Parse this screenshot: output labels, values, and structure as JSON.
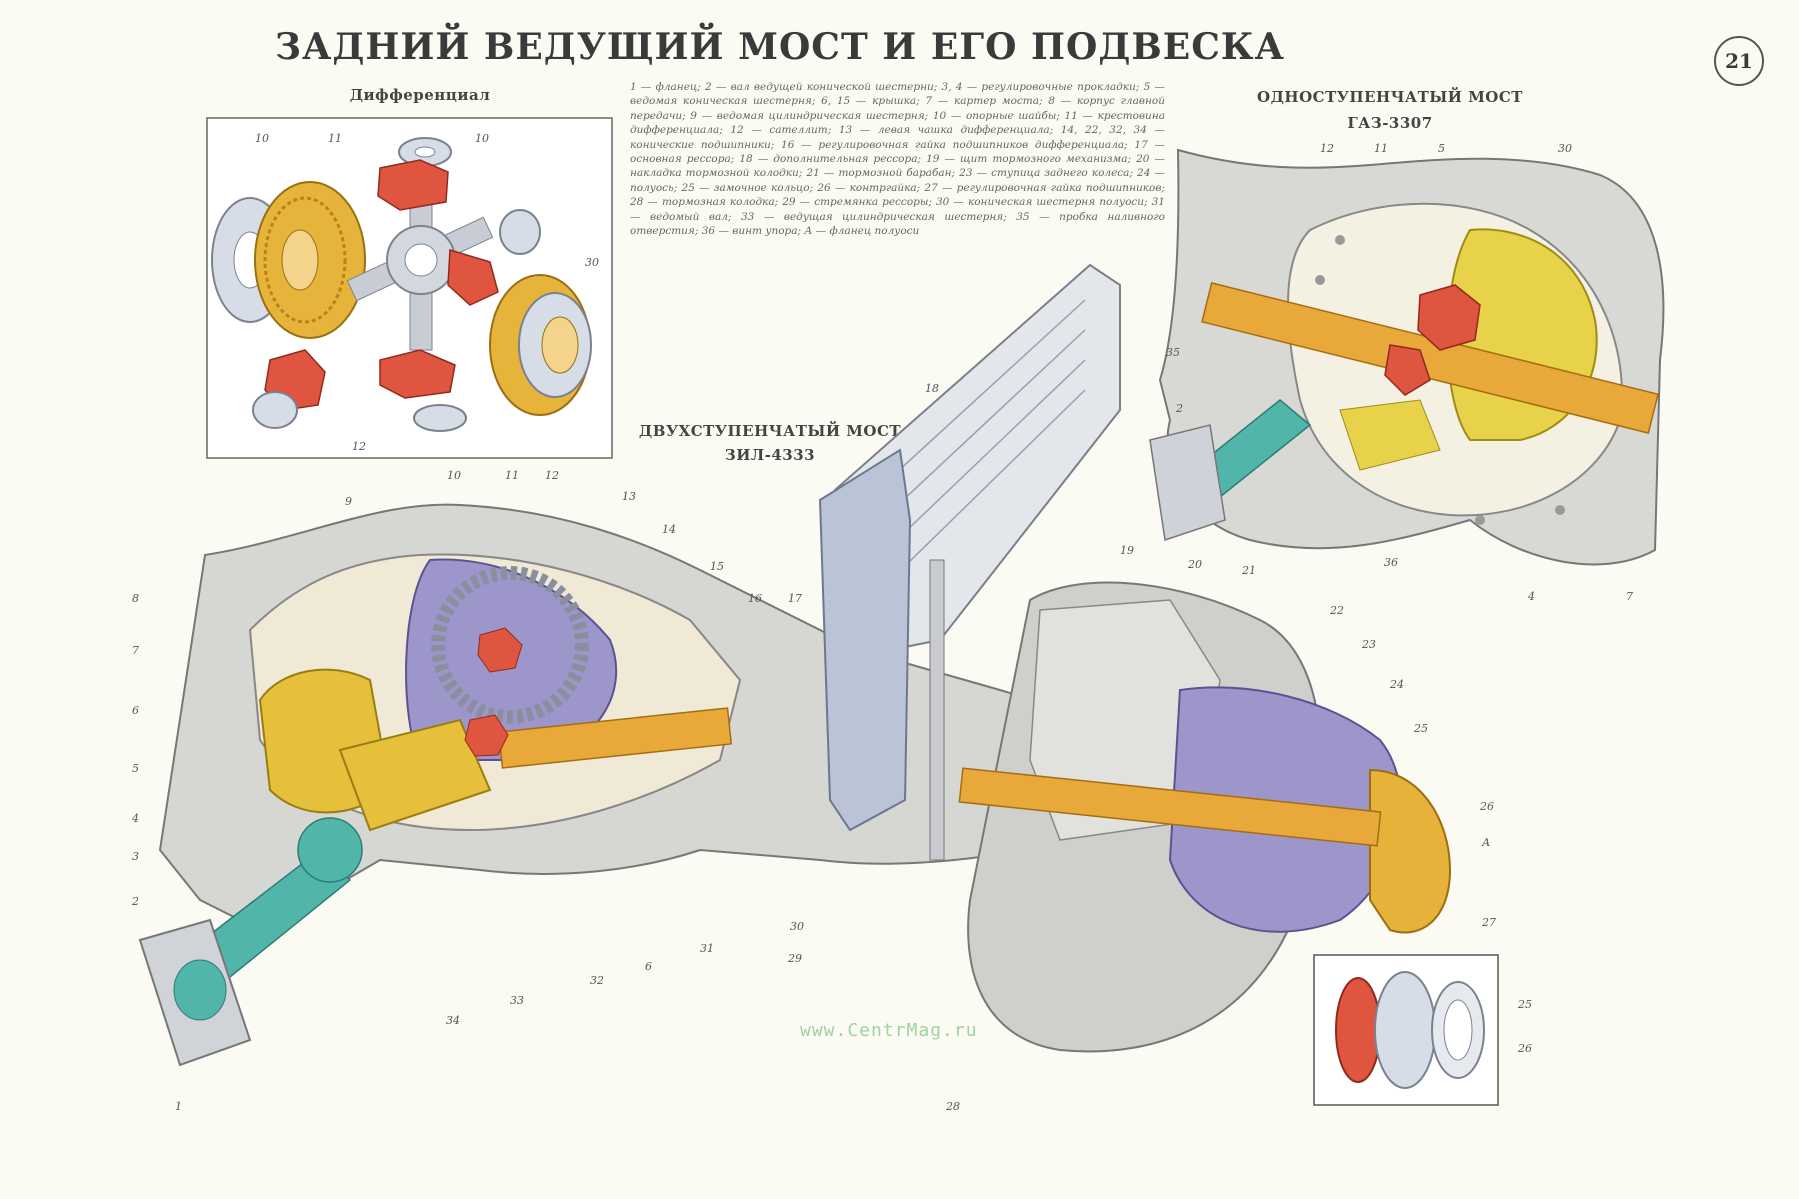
{
  "title": "ЗАДНИЙ ВЕДУЩИЙ МОСТ И ЕГО ПОДВЕСКА",
  "sheet_number": "21",
  "differential": {
    "subtitle": "Дифференциал",
    "callouts": [
      "10",
      "11",
      "10",
      "30",
      "12"
    ]
  },
  "legend_text": "1 — фланец; 2 — вал ведущей конической шестерни; 3, 4 — регулировочные прокладки; 5 — ведомая коническая шестерня; 6, 15 — крышка; 7 — картер моста; 8 — корпус главной передачи; 9 — ведомая цилиндрическая шестерня; 10 — опорные шайбы; 11 — крестовина дифференциала; 12 — сателлит; 13 — левая чашка дифференциала; 14, 22, 32, 34 — конические подшипники; 16 — регулировочная гайка подшипников дифференциала; 17 — основная рессора; 18 — дополнительная рессора; 19 — щит тормозного механизма; 20 — накладка тормозной колодки; 21 — тормозной барабан; 23 — ступица заднего колеса; 24 — полуось; 25 — замочное кольцо; 26 — контргайка; 27 — регулировочная гайка подшипников; 28 — тормозная колодка; 29 — стремянка рессоры; 30 — коническая шестерня полуоси; 31 — ведомый вал; 33 — ведущая цилиндрическая шестерня; 35 — пробка наливного отверстия; 36 — винт упора; А — фланец полуоси",
  "single_stage": {
    "title_line1": "ОДНОСТУПЕНЧАТЫЙ МОСТ",
    "title_line2": "ГАЗ-3307",
    "callouts": [
      "12",
      "11",
      "5",
      "30",
      "35",
      "2",
      "36",
      "4",
      "7"
    ]
  },
  "double_stage": {
    "title_line1": "ДВУХСТУПЕНЧАТЫЙ МОСТ",
    "title_line2": "ЗИЛ-4333",
    "callouts": [
      "9",
      "10",
      "11",
      "12",
      "13",
      "14",
      "15",
      "16",
      "17",
      "18",
      "19",
      "20",
      "21",
      "22",
      "23",
      "24",
      "25",
      "26",
      "А",
      "27",
      "25",
      "26",
      "28",
      "29",
      "30",
      "31",
      "32",
      "33",
      "34",
      "1",
      "2",
      "3",
      "4",
      "5",
      "6",
      "7",
      "8",
      "6"
    ]
  },
  "watermark": "www.CentrMag.ru",
  "colors": {
    "gold": "#e6b23a",
    "gear_red": "#e0503e",
    "teal": "#4fb3a8",
    "purple": "#9c95c9",
    "steel": "#c9cbd0",
    "casing": "#d9d9d6",
    "blue_steel": "#b9c3d6"
  }
}
